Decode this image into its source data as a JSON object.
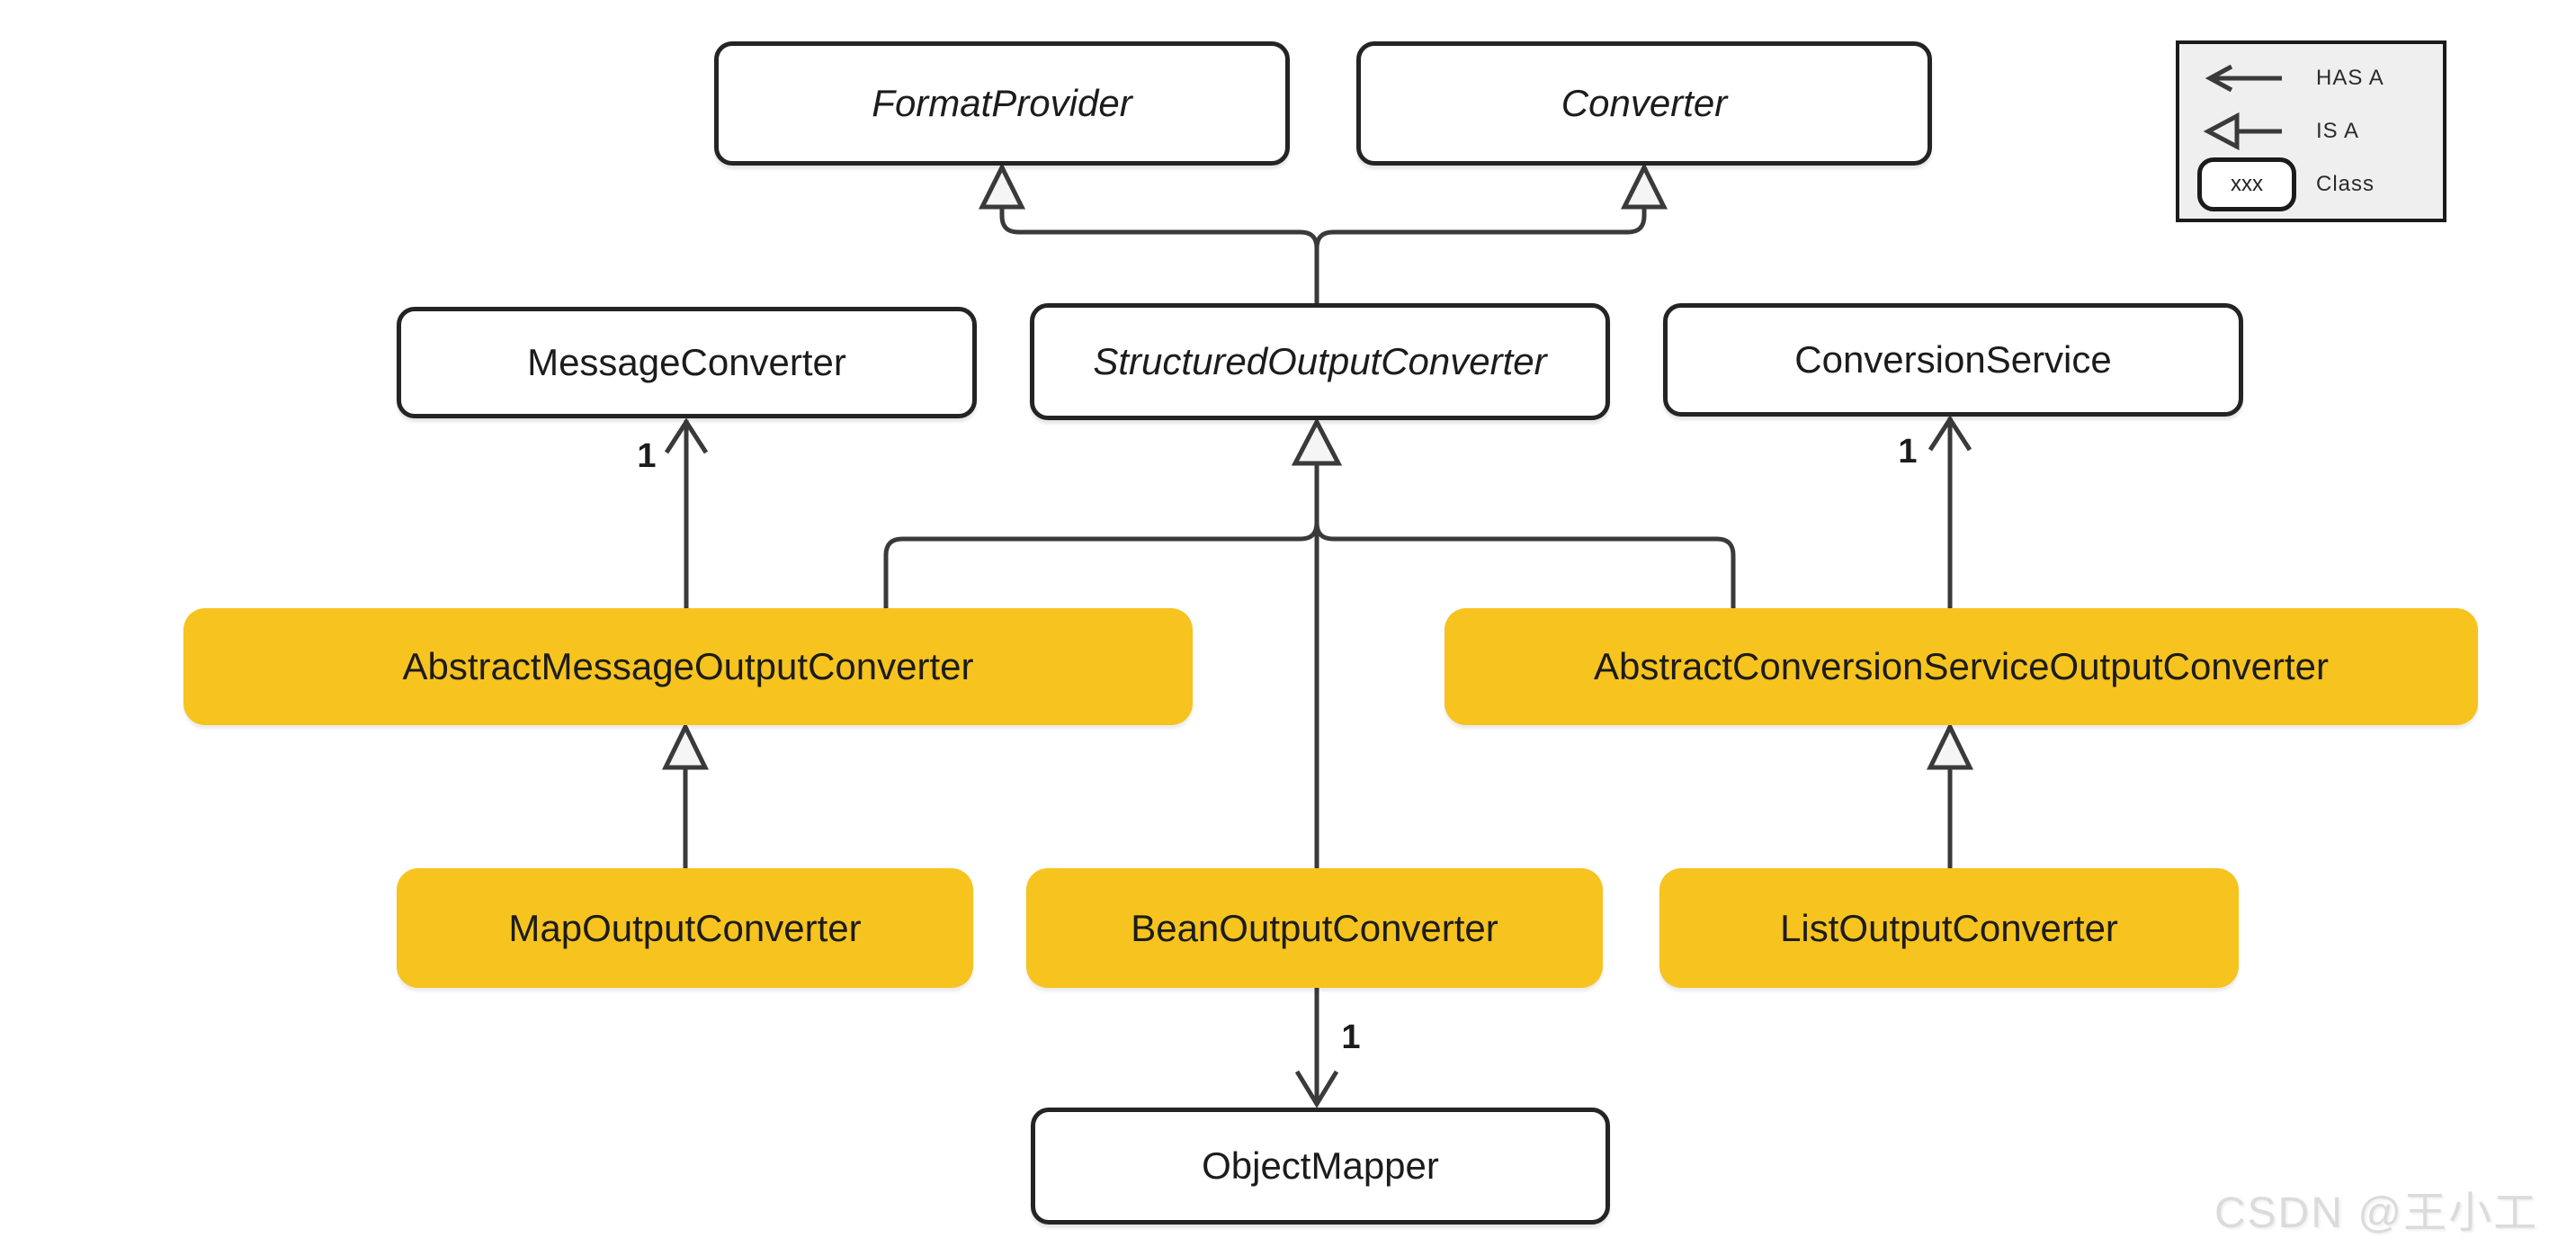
{
  "diagram_title": "Structured Output Converter class hierarchy",
  "nodes": {
    "format_provider": {
      "label": "FormatProvider",
      "kind": "interface"
    },
    "converter": {
      "label": "Converter",
      "kind": "interface"
    },
    "message_converter": {
      "label": "MessageConverter",
      "kind": "class"
    },
    "structured_output_converter": {
      "label": "StructuredOutputConverter",
      "kind": "interface"
    },
    "conversion_service": {
      "label": "ConversionService",
      "kind": "class"
    },
    "abstract_message_output_converter": {
      "label": "AbstractMessageOutputConverter",
      "kind": "highlighted-class"
    },
    "abstract_conversion_service_output_converter": {
      "label": "AbstractConversionServiceOutputConverter",
      "kind": "highlighted-class"
    },
    "map_output_converter": {
      "label": "MapOutputConverter",
      "kind": "highlighted-class"
    },
    "bean_output_converter": {
      "label": "BeanOutputConverter",
      "kind": "highlighted-class"
    },
    "list_output_converter": {
      "label": "ListOutputConverter",
      "kind": "highlighted-class"
    },
    "object_mapper": {
      "label": "ObjectMapper",
      "kind": "class"
    }
  },
  "edges": [
    {
      "from": "StructuredOutputConverter",
      "to": "FormatProvider",
      "type": "IS A"
    },
    {
      "from": "StructuredOutputConverter",
      "to": "Converter",
      "type": "IS A"
    },
    {
      "from": "AbstractMessageOutputConverter",
      "to": "MessageConverter",
      "type": "HAS A",
      "multiplicity": "1"
    },
    {
      "from": "AbstractMessageOutputConverter",
      "to": "StructuredOutputConverter",
      "type": "IS A"
    },
    {
      "from": "BeanOutputConverter",
      "to": "StructuredOutputConverter",
      "type": "IS A"
    },
    {
      "from": "AbstractConversionServiceOutputConverter",
      "to": "StructuredOutputConverter",
      "type": "IS A"
    },
    {
      "from": "AbstractConversionServiceOutputConverter",
      "to": "ConversionService",
      "type": "HAS A",
      "multiplicity": "1"
    },
    {
      "from": "MapOutputConverter",
      "to": "AbstractMessageOutputConverter",
      "type": "IS A"
    },
    {
      "from": "ListOutputConverter",
      "to": "AbstractConversionServiceOutputConverter",
      "type": "IS A"
    },
    {
      "from": "BeanOutputConverter",
      "to": "ObjectMapper",
      "type": "HAS A",
      "multiplicity": "1"
    }
  ],
  "legend": {
    "has_a_label": "HAS A",
    "is_a_label": "IS A",
    "class_sample_text": "xxx",
    "class_label": "Class"
  },
  "watermark": "CSDN @王小工",
  "colors": {
    "highlight_fill": "#F7C31E",
    "node_border": "#242424",
    "connector": "#3a3a3a",
    "triangle_fill": "#f5f5f5",
    "legend_background": "#efefef",
    "watermark_text": "#dbdbdb"
  }
}
